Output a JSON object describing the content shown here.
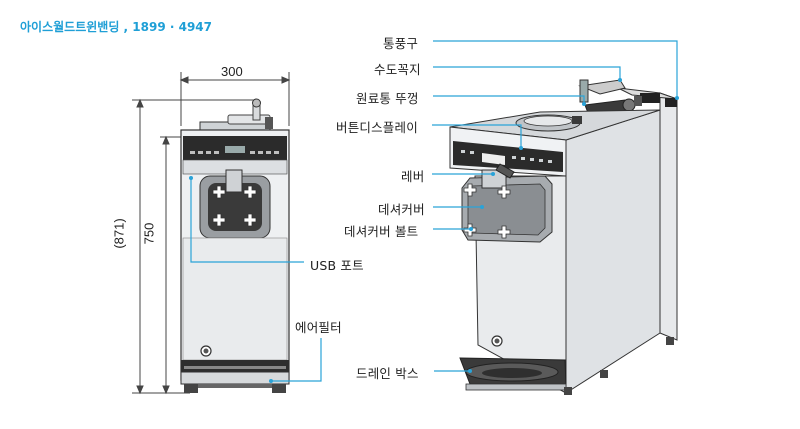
{
  "header": {
    "brand": "아이스월드트윈밴딩",
    "separator": " , ",
    "phone": "1899 · 4947"
  },
  "dimensions": {
    "width": "300",
    "height": "750",
    "total_height": "(871)"
  },
  "front_labels": {
    "usb_port": "USB 포트",
    "air_filter": "에어필터"
  },
  "side_labels": {
    "hopper_cover": "통풍구",
    "water_tap": "수도꼭지",
    "mix_lid": "원료통 뚜껑",
    "button_display": "버튼디스플레이",
    "lever": "레버",
    "dispenser_cover": "데셔커버",
    "dispenser_bolt": "데셔커버 볼트",
    "drain_box": "드레인 박스"
  },
  "colors": {
    "accent": "#1f9fd6",
    "line": "#2aa3d8",
    "dim": "#333333"
  }
}
